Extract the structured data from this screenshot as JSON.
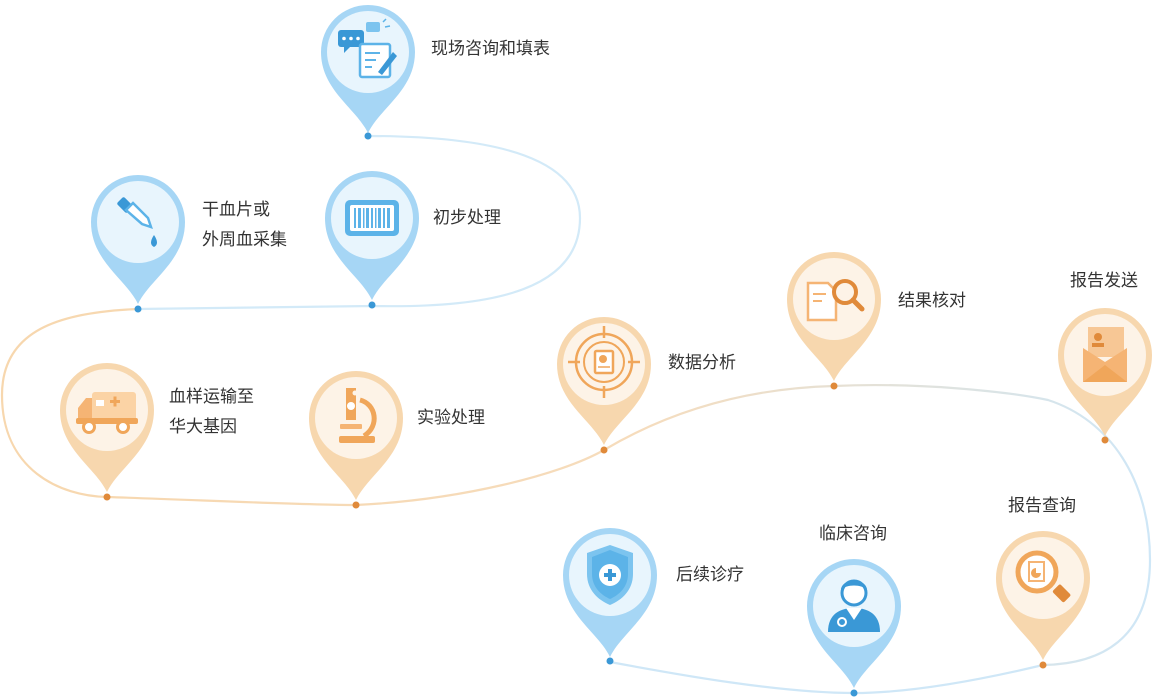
{
  "colors": {
    "blue_light": "#a6d6f5",
    "blue_inner": "#e8f5fd",
    "blue_icon": "#5cb3e8",
    "blue_dark": "#3a98d6",
    "orange_light": "#f7d7ae",
    "orange_inner": "#fdf3e7",
    "orange_icon": "#f0a65a",
    "orange_dark": "#e08a3a",
    "text": "#333333"
  },
  "steps": [
    {
      "id": "onsite-consult",
      "label": "现场咨询和填表",
      "theme": "blue",
      "icon": "chat-form-icon"
    },
    {
      "id": "initial-processing",
      "label": "初步处理",
      "theme": "blue",
      "icon": "barcode-icon"
    },
    {
      "id": "blood-collection",
      "label": "干血片或",
      "label2": "外周血采集",
      "theme": "blue",
      "icon": "dropper-icon"
    },
    {
      "id": "sample-transport",
      "label": "血样运输至",
      "label2": "华大基因",
      "theme": "orange",
      "icon": "ambulance-icon"
    },
    {
      "id": "lab-processing",
      "label": "实验处理",
      "theme": "orange",
      "icon": "microscope-icon"
    },
    {
      "id": "data-analysis",
      "label": "数据分析",
      "theme": "orange",
      "icon": "target-report-icon"
    },
    {
      "id": "result-check",
      "label": "结果核对",
      "theme": "orange",
      "icon": "document-search-icon"
    },
    {
      "id": "report-send",
      "label": "报告发送",
      "theme": "orange",
      "icon": "envelope-icon"
    },
    {
      "id": "report-query",
      "label": "报告查询",
      "theme": "orange",
      "icon": "report-magnifier-icon"
    },
    {
      "id": "clinical-consult",
      "label": "临床咨询",
      "theme": "blue",
      "icon": "doctor-icon"
    },
    {
      "id": "follow-up-treatment",
      "label": "后续诊疗",
      "theme": "blue",
      "icon": "medical-shield-icon"
    }
  ]
}
